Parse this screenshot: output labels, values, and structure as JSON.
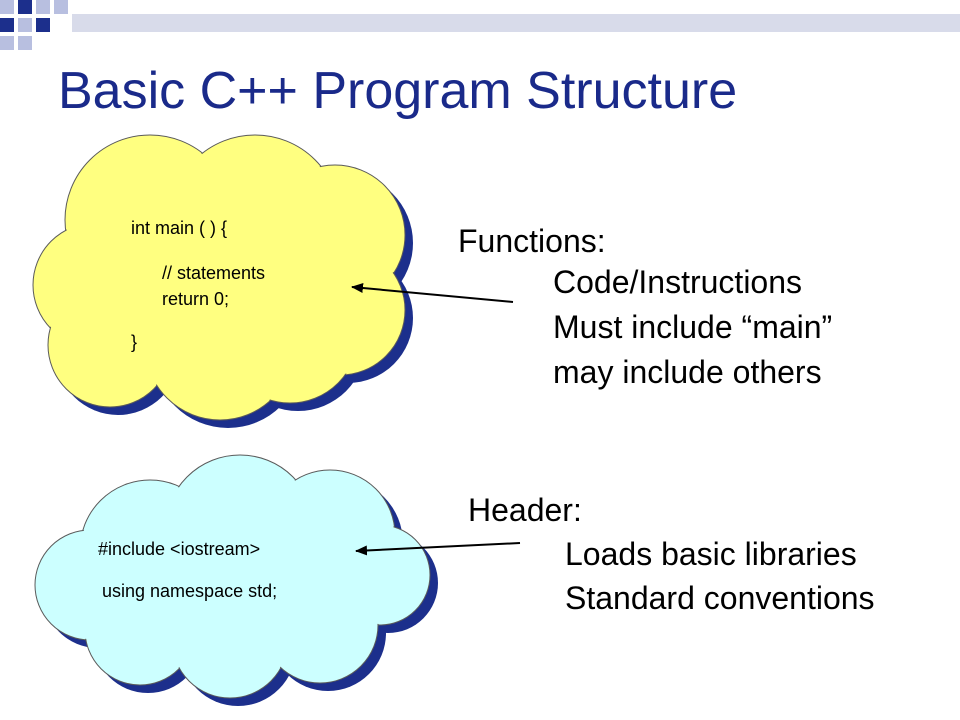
{
  "title": "Basic C++ Program Structure",
  "colors": {
    "title": "#1a2a8a",
    "cloud_functions_fill": "#ffff80",
    "cloud_header_fill": "#ccffff",
    "cloud_shadow": "#1c2f8c",
    "deco_dark": "#1c2f8c",
    "deco_light": "#b8bfe0"
  },
  "cloud_functions": {
    "lines": [
      "int main ( )  {",
      "// statements",
      "return 0;",
      "}"
    ]
  },
  "cloud_header": {
    "lines": [
      "#include <iostream>",
      "using namespace std;"
    ]
  },
  "functions_label": {
    "heading": "Functions:",
    "items": [
      "Code/Instructions",
      "Must include “main”",
      "may include others"
    ]
  },
  "header_label": {
    "heading": "Header:",
    "items": [
      "Loads basic libraries",
      "Standard conventions"
    ]
  }
}
